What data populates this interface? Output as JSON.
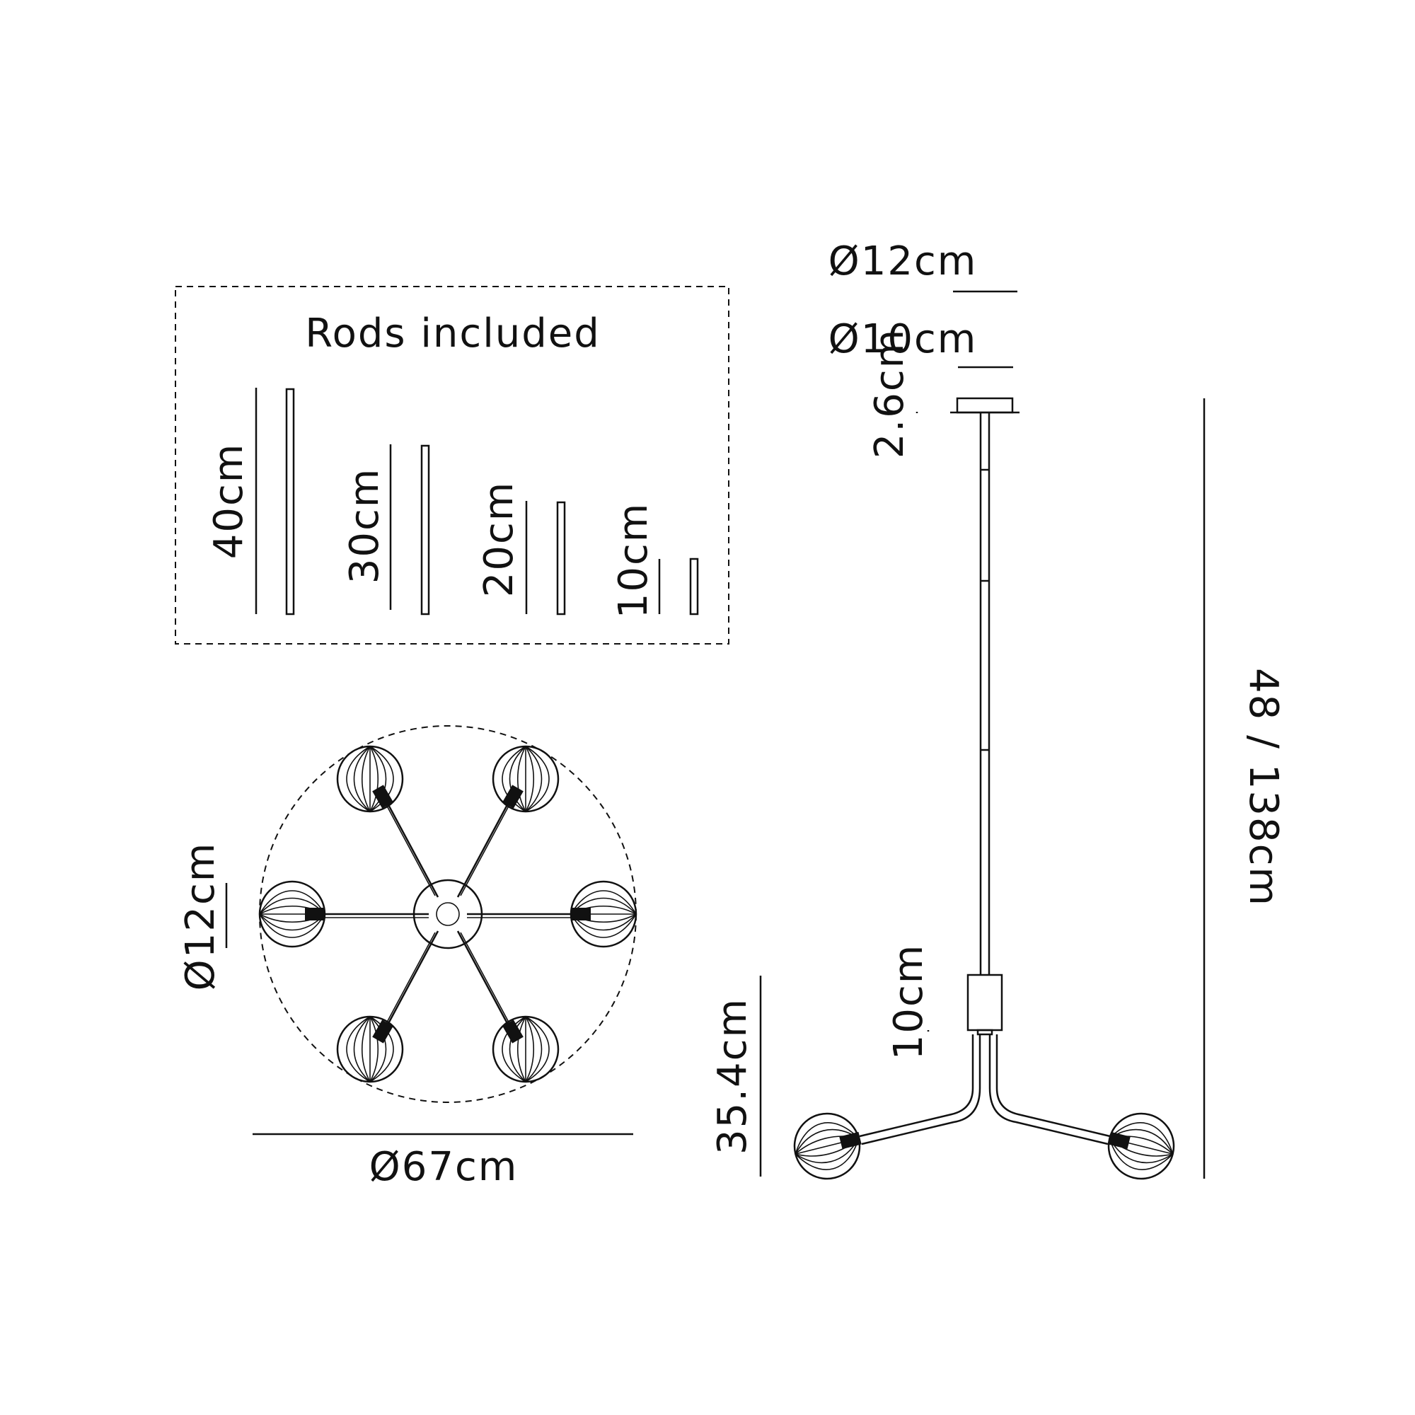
{
  "rods_box": {
    "title": "Rods included",
    "rods": [
      {
        "label": "40cm"
      },
      {
        "label": "30cm"
      },
      {
        "label": "20cm"
      },
      {
        "label": "10cm"
      }
    ]
  },
  "top_view": {
    "bulb_diameter": "Ø12cm",
    "overall_diameter": "Ø67cm"
  },
  "side_view": {
    "canopy_outer_diameter": "Ø12cm",
    "canopy_inner_diameter": "Ø10cm",
    "canopy_height": "2.6cm",
    "overall_height": "48 / 138cm",
    "body_height": "10cm",
    "drop_height": "35.4cm"
  }
}
